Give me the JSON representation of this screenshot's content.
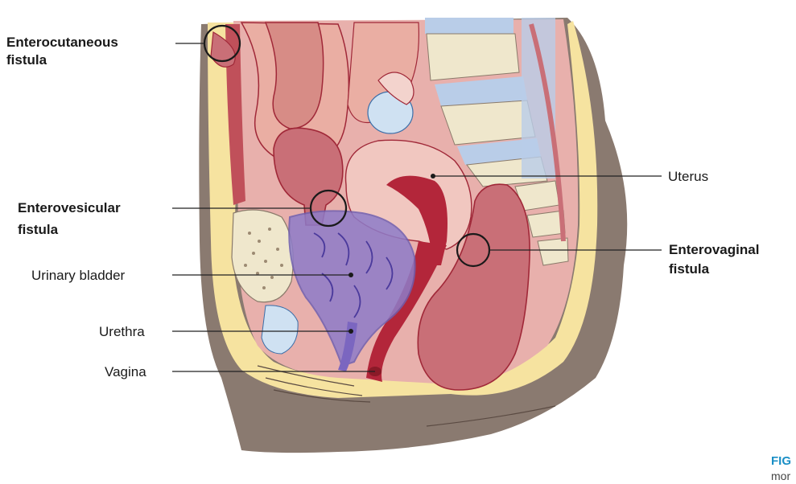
{
  "labels": {
    "enterocutaneous": [
      "Enterocutaneous",
      "fistula"
    ],
    "enterovesicular": [
      "Enterovesicular",
      "fistula"
    ],
    "urinary_bladder": "Urinary bladder",
    "urethra": "Urethra",
    "vagina": "Vagina",
    "uterus": "Uterus",
    "enterovaginal": [
      "Enterovaginal",
      "fistula"
    ]
  },
  "caption": {
    "figure_fragment": "FIG",
    "text_fragment": "mor"
  },
  "colors": {
    "skin": "#8a7a70",
    "fat": "#f6e3a0",
    "muscle": "#e8b0ac",
    "bowel": "#c96f77",
    "bladder": "#8e7cc9",
    "bone": "#efe7cc",
    "disc": "#b9cde8",
    "uterus": "#f1c7c0",
    "figure_blue": "#1a8fc6"
  }
}
